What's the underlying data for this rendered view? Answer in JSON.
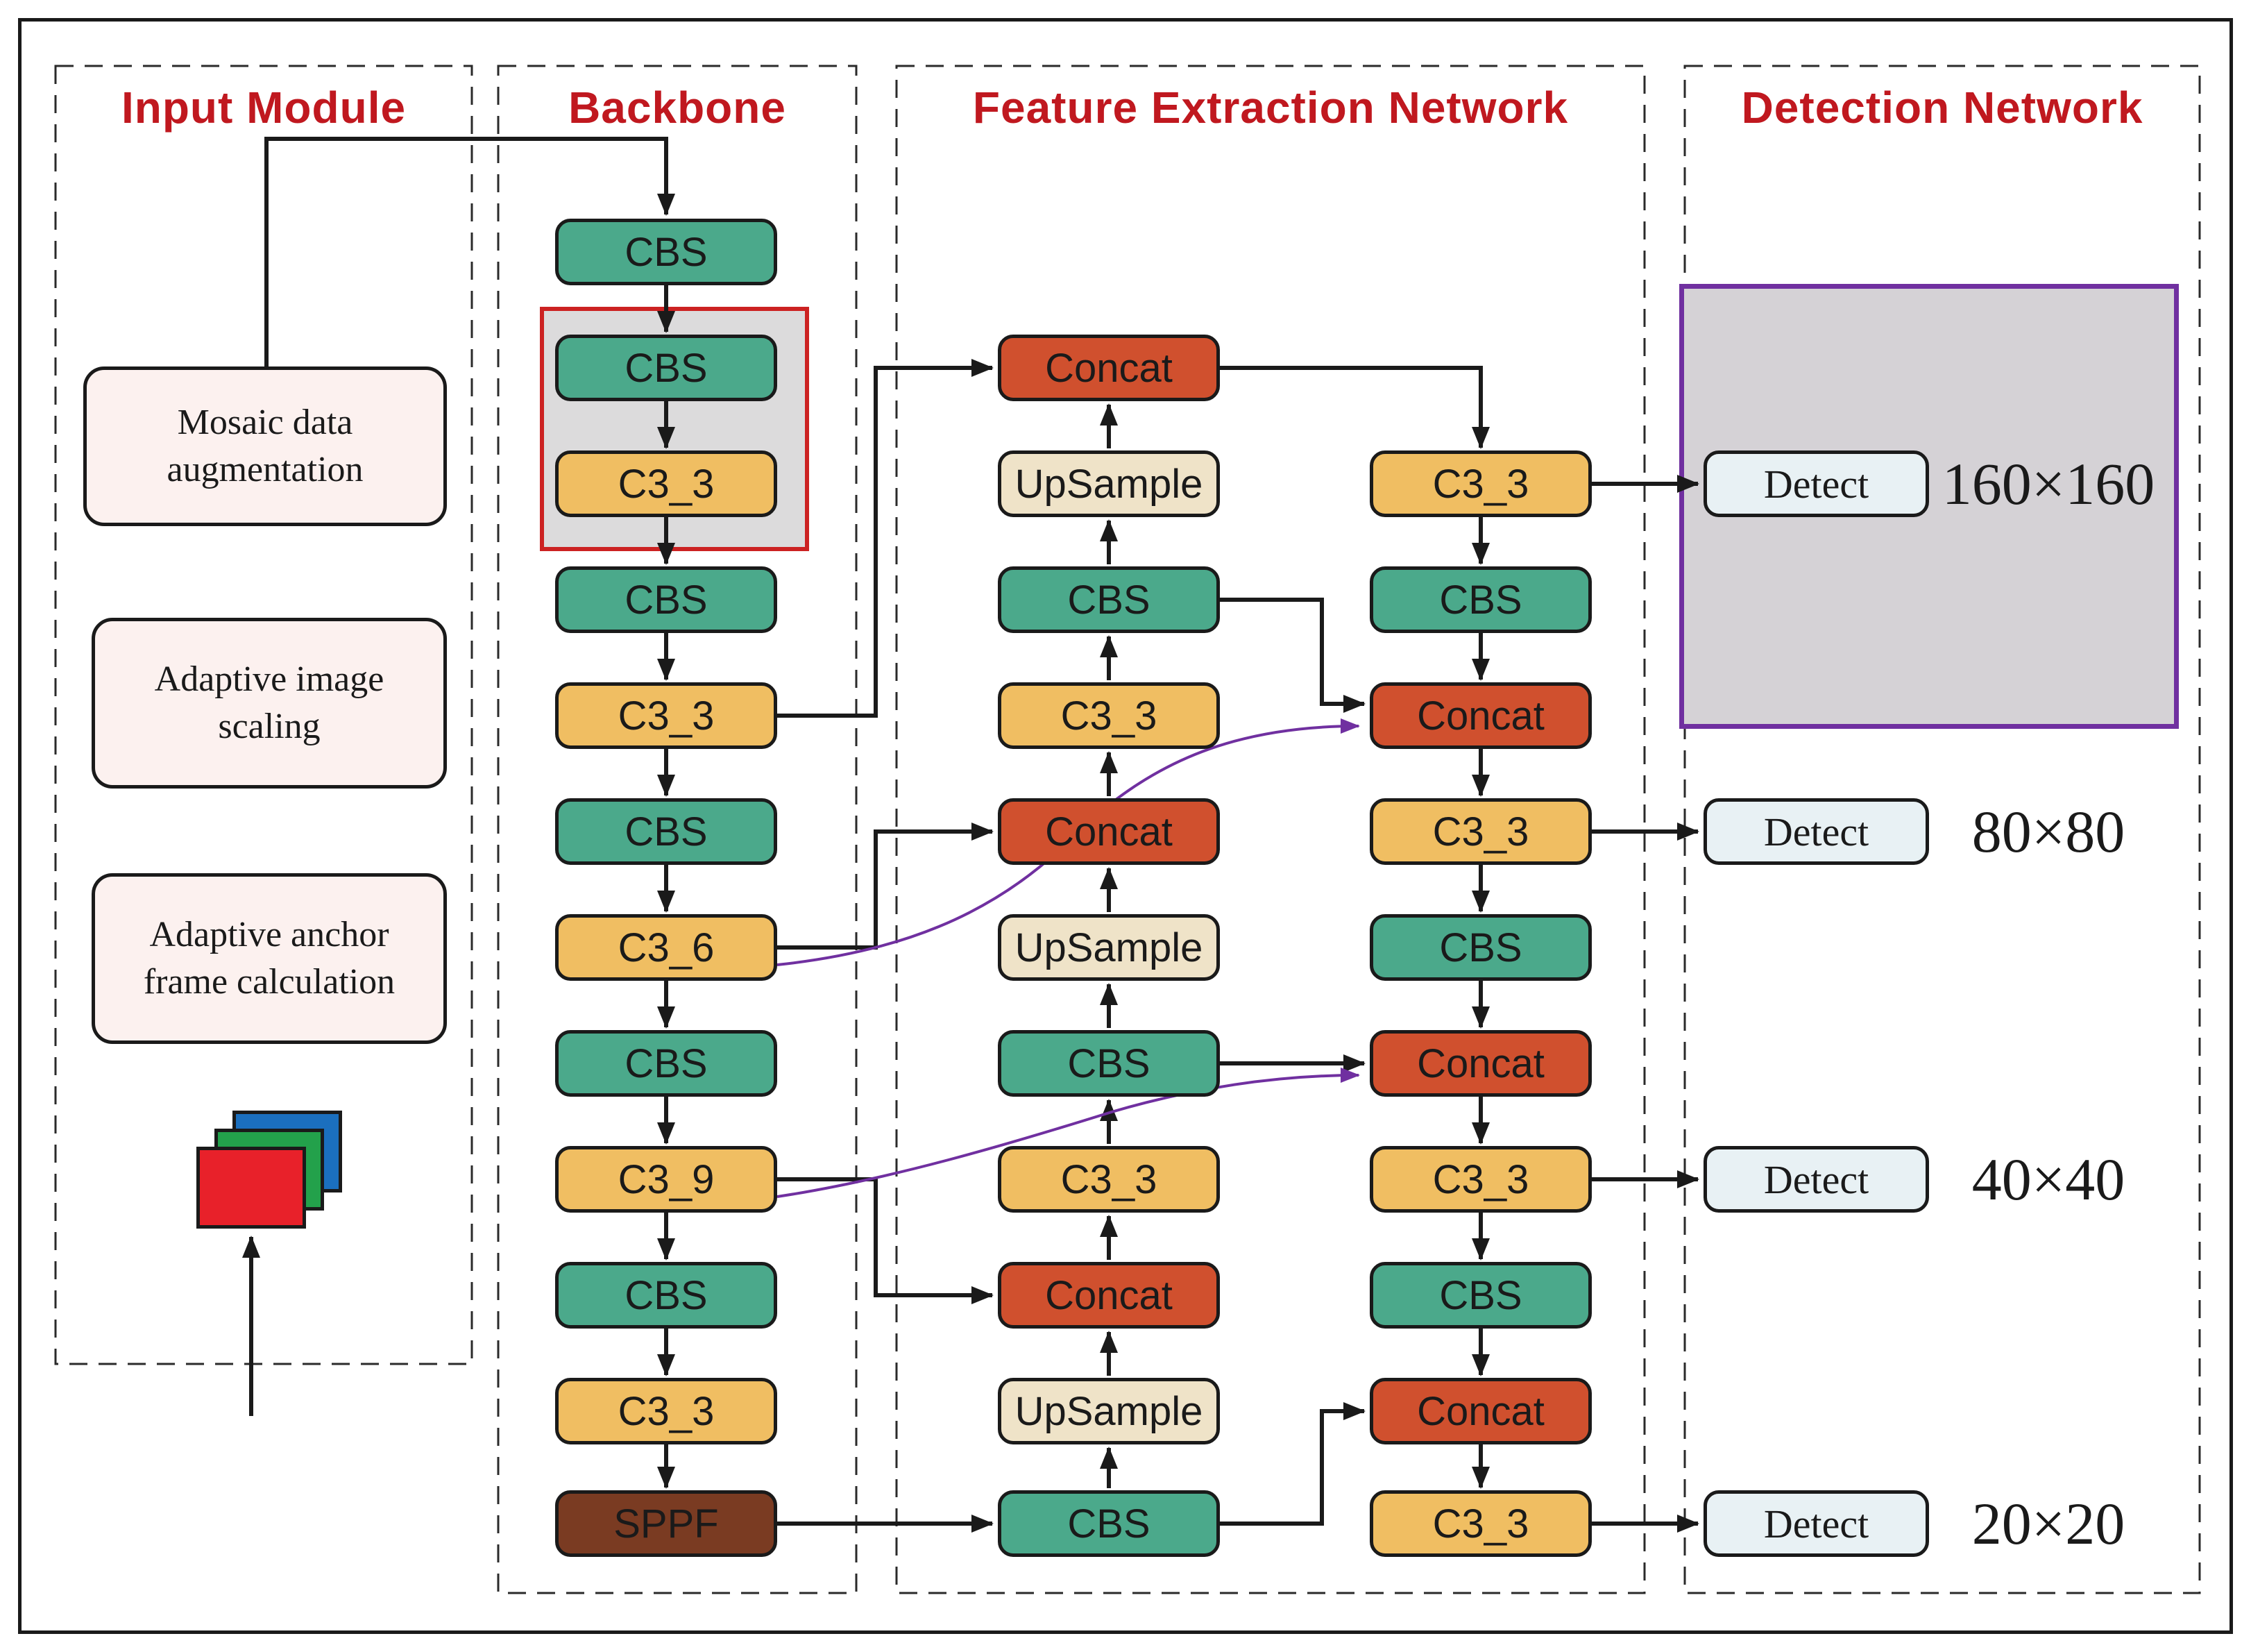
{
  "titles": {
    "input": "Input Module",
    "backbone": "Backbone",
    "fen": "Feature Extraction Network",
    "detection": "Detection Network"
  },
  "input_module": {
    "boxes": [
      {
        "lines": [
          "Mosaic data",
          "augmentation"
        ]
      },
      {
        "lines": [
          "Adaptive image",
          "scaling"
        ]
      },
      {
        "lines": [
          "Adaptive anchor",
          "frame calculation"
        ]
      }
    ],
    "image_layers": [
      {
        "name": "blue-layer",
        "color": "#1b6fbe"
      },
      {
        "name": "green-layer",
        "color": "#23a14b"
      },
      {
        "name": "red-layer",
        "color": "#e8212a"
      }
    ]
  },
  "backbone": {
    "nodes": [
      "CBS",
      "CBS",
      "C3_3",
      "CBS",
      "C3_3",
      "CBS",
      "C3_6",
      "CBS",
      "C3_9",
      "CBS",
      "C3_3",
      "SPPF"
    ]
  },
  "fen": {
    "topdown": [
      "Concat",
      "UpSample",
      "CBS",
      "C3_3",
      "Concat",
      "UpSample",
      "CBS",
      "C3_3",
      "Concat",
      "UpSample",
      "CBS"
    ],
    "bottomup": [
      "C3_3",
      "CBS",
      "Concat",
      "C3_3",
      "CBS",
      "Concat",
      "C3_3",
      "CBS",
      "Concat",
      "C3_3"
    ]
  },
  "detection": {
    "heads": [
      {
        "label": "Detect",
        "scale": "160×160"
      },
      {
        "label": "Detect",
        "scale": "80×80"
      },
      {
        "label": "Detect",
        "scale": "40×40"
      },
      {
        "label": "Detect",
        "scale": "20×20"
      }
    ]
  },
  "colors": {
    "cbs": "#4ba98b",
    "c3": "#f0be62",
    "concat": "#d0502e",
    "upsample": "#efe3c8",
    "sppf": "#7a3b22",
    "detect": "#e8f1f4",
    "input_box": "#fcf1ef",
    "section_title": "#c0181f",
    "highlight_border": "#cc2222",
    "highlight_fill": "#dcdbdc",
    "detect_group_border": "#7030a0",
    "detect_group_fill": "#d5d2d6",
    "skip_connection": "#7030a0",
    "wire": "#1a1a1a"
  }
}
